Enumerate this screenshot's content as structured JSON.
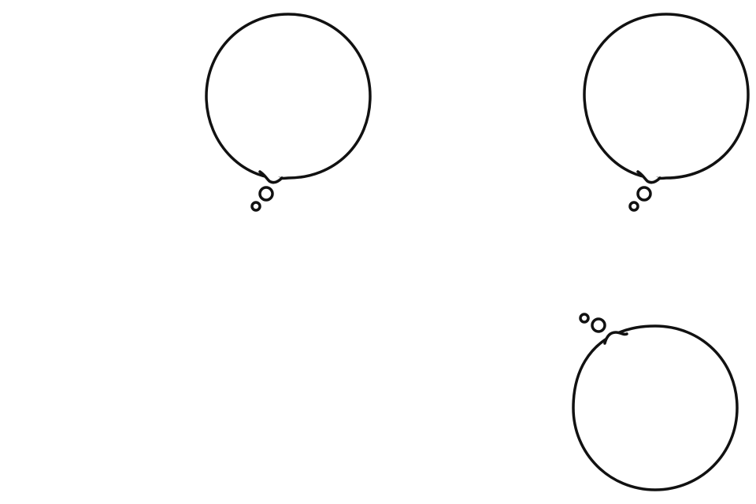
{
  "colors": {
    "background": "#ffffff",
    "stroke": "#111111"
  },
  "thought_bubbles": [
    {
      "name": "thought-bubble-top-left",
      "tail_direction": "bottom-left",
      "text": ""
    },
    {
      "name": "thought-bubble-top-right",
      "tail_direction": "bottom-left",
      "text": ""
    },
    {
      "name": "thought-bubble-bottom-right",
      "tail_direction": "top-left",
      "text": ""
    }
  ]
}
